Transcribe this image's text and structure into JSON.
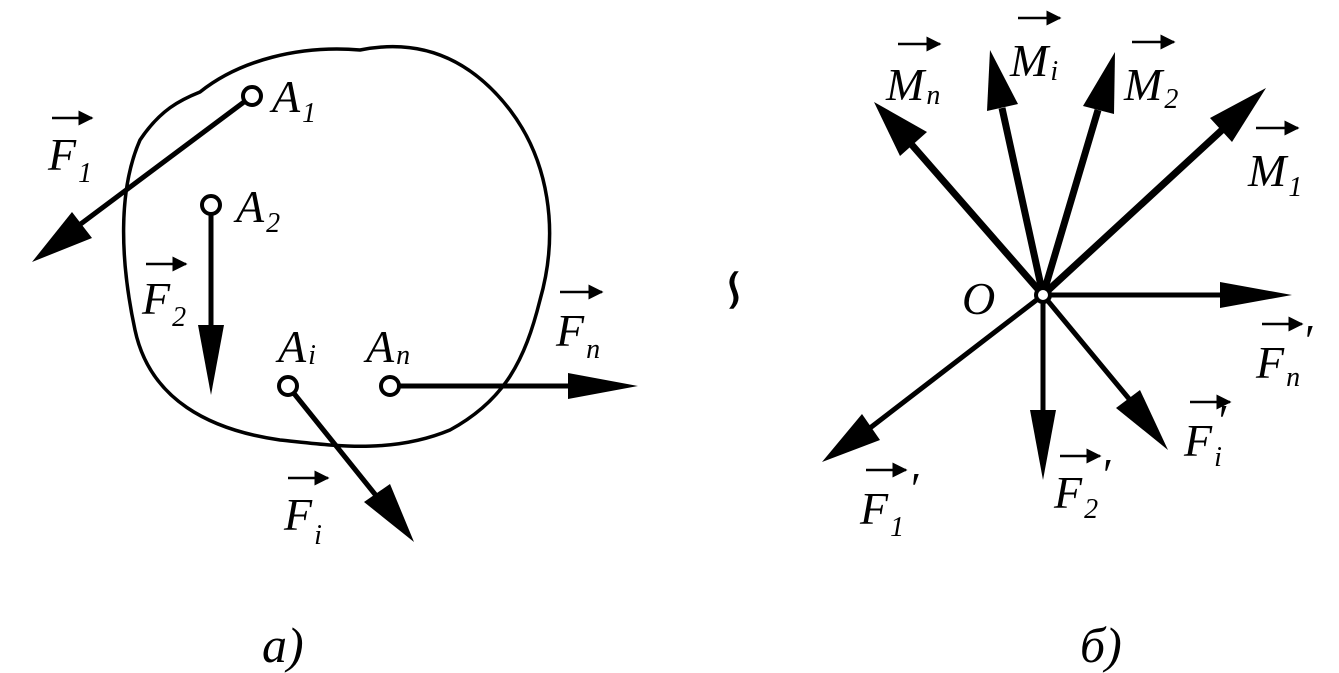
{
  "figure": {
    "left_caption": "а)",
    "right_caption": "б)",
    "equivalence_symbol": "∽",
    "origin_label": "O"
  },
  "left_panel": {
    "points": [
      {
        "name": "A",
        "sub": "1"
      },
      {
        "name": "A",
        "sub": "2"
      },
      {
        "name": "A",
        "sub": "i"
      },
      {
        "name": "A",
        "sub": "n"
      }
    ],
    "forces": [
      {
        "name": "F",
        "sub": "1"
      },
      {
        "name": "F",
        "sub": "2"
      },
      {
        "name": "F",
        "sub": "i"
      },
      {
        "name": "F",
        "sub": "n"
      }
    ]
  },
  "right_panel": {
    "moments": [
      {
        "name": "M",
        "sub": "n"
      },
      {
        "name": "M",
        "sub": "i"
      },
      {
        "name": "M",
        "sub": "2"
      },
      {
        "name": "M",
        "sub": "1"
      }
    ],
    "forces": [
      {
        "name": "F",
        "sub": "n",
        "prime": "′"
      },
      {
        "name": "F",
        "sub": "i",
        "prime": "′"
      },
      {
        "name": "F",
        "sub": "2",
        "prime": "′"
      },
      {
        "name": "F",
        "sub": "1",
        "prime": "′"
      }
    ]
  }
}
